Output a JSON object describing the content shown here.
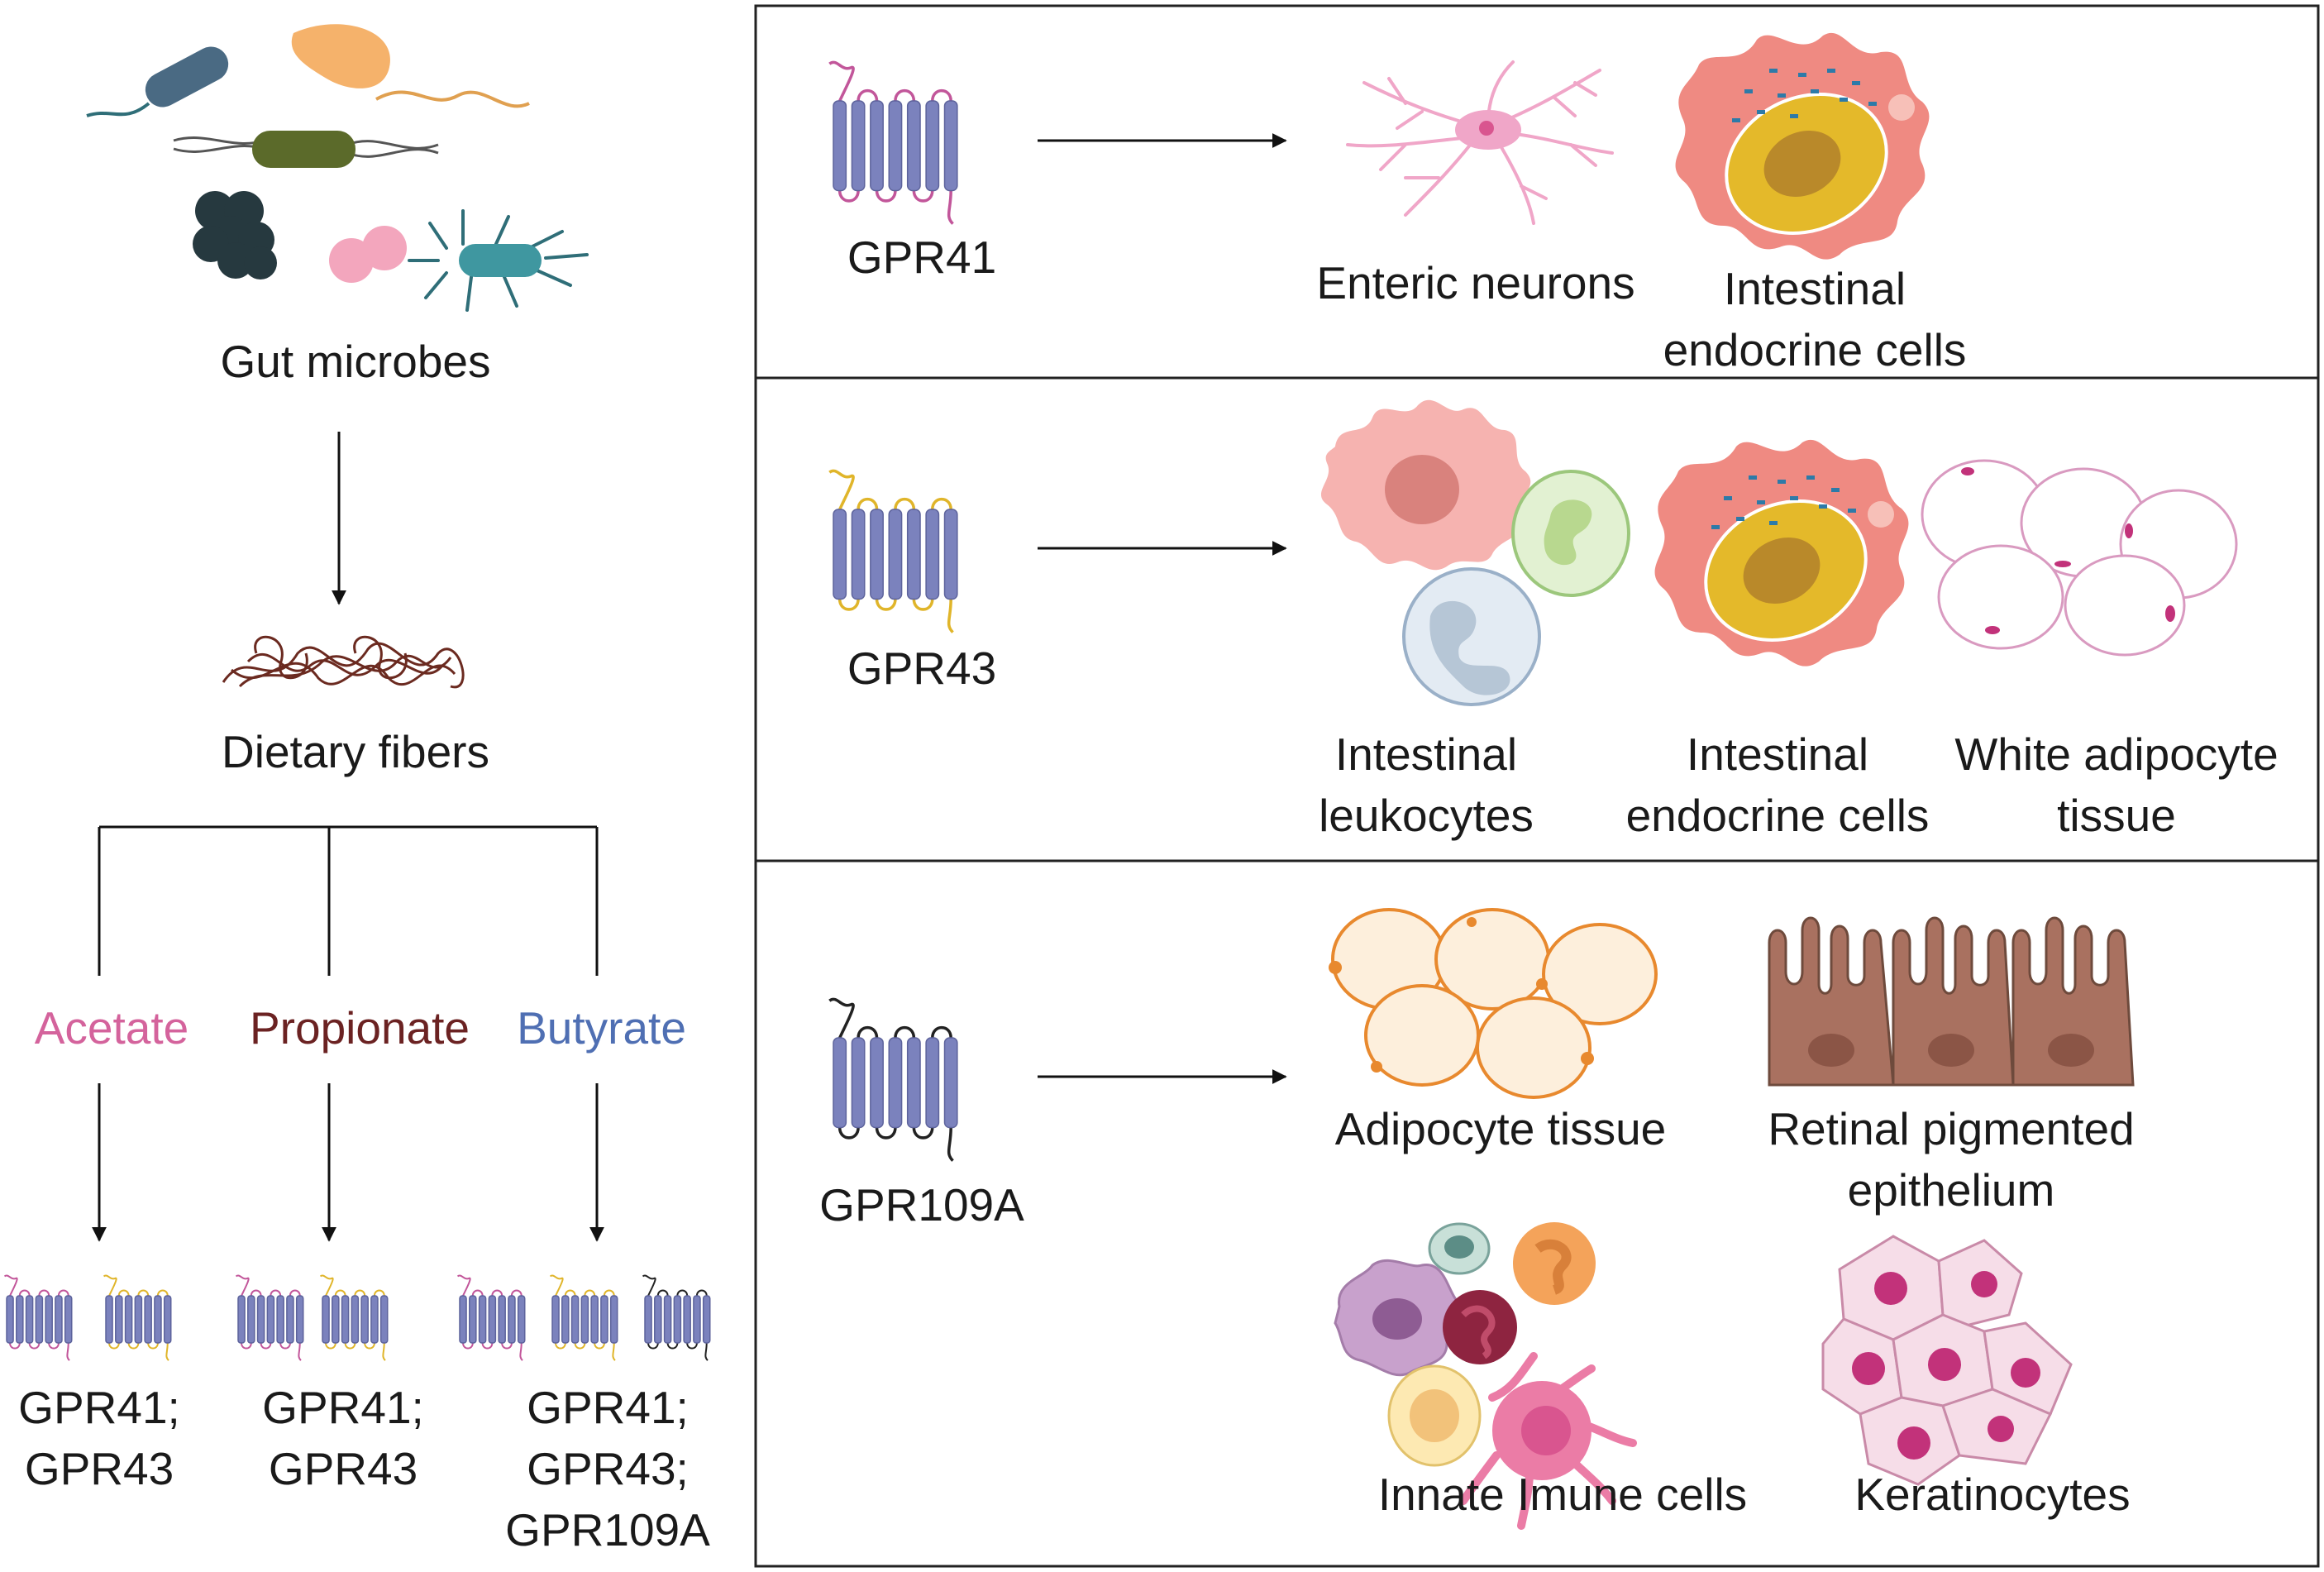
{
  "left": {
    "microbes_label": "Gut microbes",
    "fibers_label": "Dietary fibers",
    "scfas": [
      {
        "name": "Acetate",
        "color": "#d4639c",
        "receptors": [
          "GPR41;",
          "GPR43"
        ]
      },
      {
        "name": "Propionate",
        "color": "#6b2222",
        "receptors": [
          "GPR41;",
          "GPR43"
        ]
      },
      {
        "name": "Butyrate",
        "color": "#4f6fb3",
        "receptors": [
          "GPR41;",
          "GPR43;",
          "GPR109A"
        ]
      }
    ]
  },
  "panels": [
    {
      "receptor": "GPR41",
      "loop_color": "#c2569a",
      "targets": [
        "Enteric neurons",
        "Intestinal\nendocrine cells"
      ]
    },
    {
      "receptor": "GPR43",
      "loop_color": "#e0b52a",
      "targets": [
        "Intestinal\nleukocytes",
        "Intestinal\nendocrine cells",
        "White adipocyte\ntissue"
      ]
    },
    {
      "receptor": "GPR109A",
      "loop_color": "#222222",
      "targets": [
        "Adipocyte tissue",
        "Retinal pigmented\nepithelium",
        "Innate Imune cells",
        "Keratinocytes"
      ]
    }
  ],
  "colors": {
    "helix": "#7b82bd",
    "helix_edge": "#5d639c",
    "gpr41_loop": "#c2569a",
    "gpr43_loop": "#e0b52a",
    "gpr109a_loop": "#222222",
    "endocrine_cell": "#ef8a82",
    "nucleus_yellow": "#e4b92a",
    "neuron": "#f0a6c8",
    "adipocyte_orange": "#e8892e",
    "epithelium_brown": "#a97160",
    "keratinocyte": "#f6dde8"
  }
}
